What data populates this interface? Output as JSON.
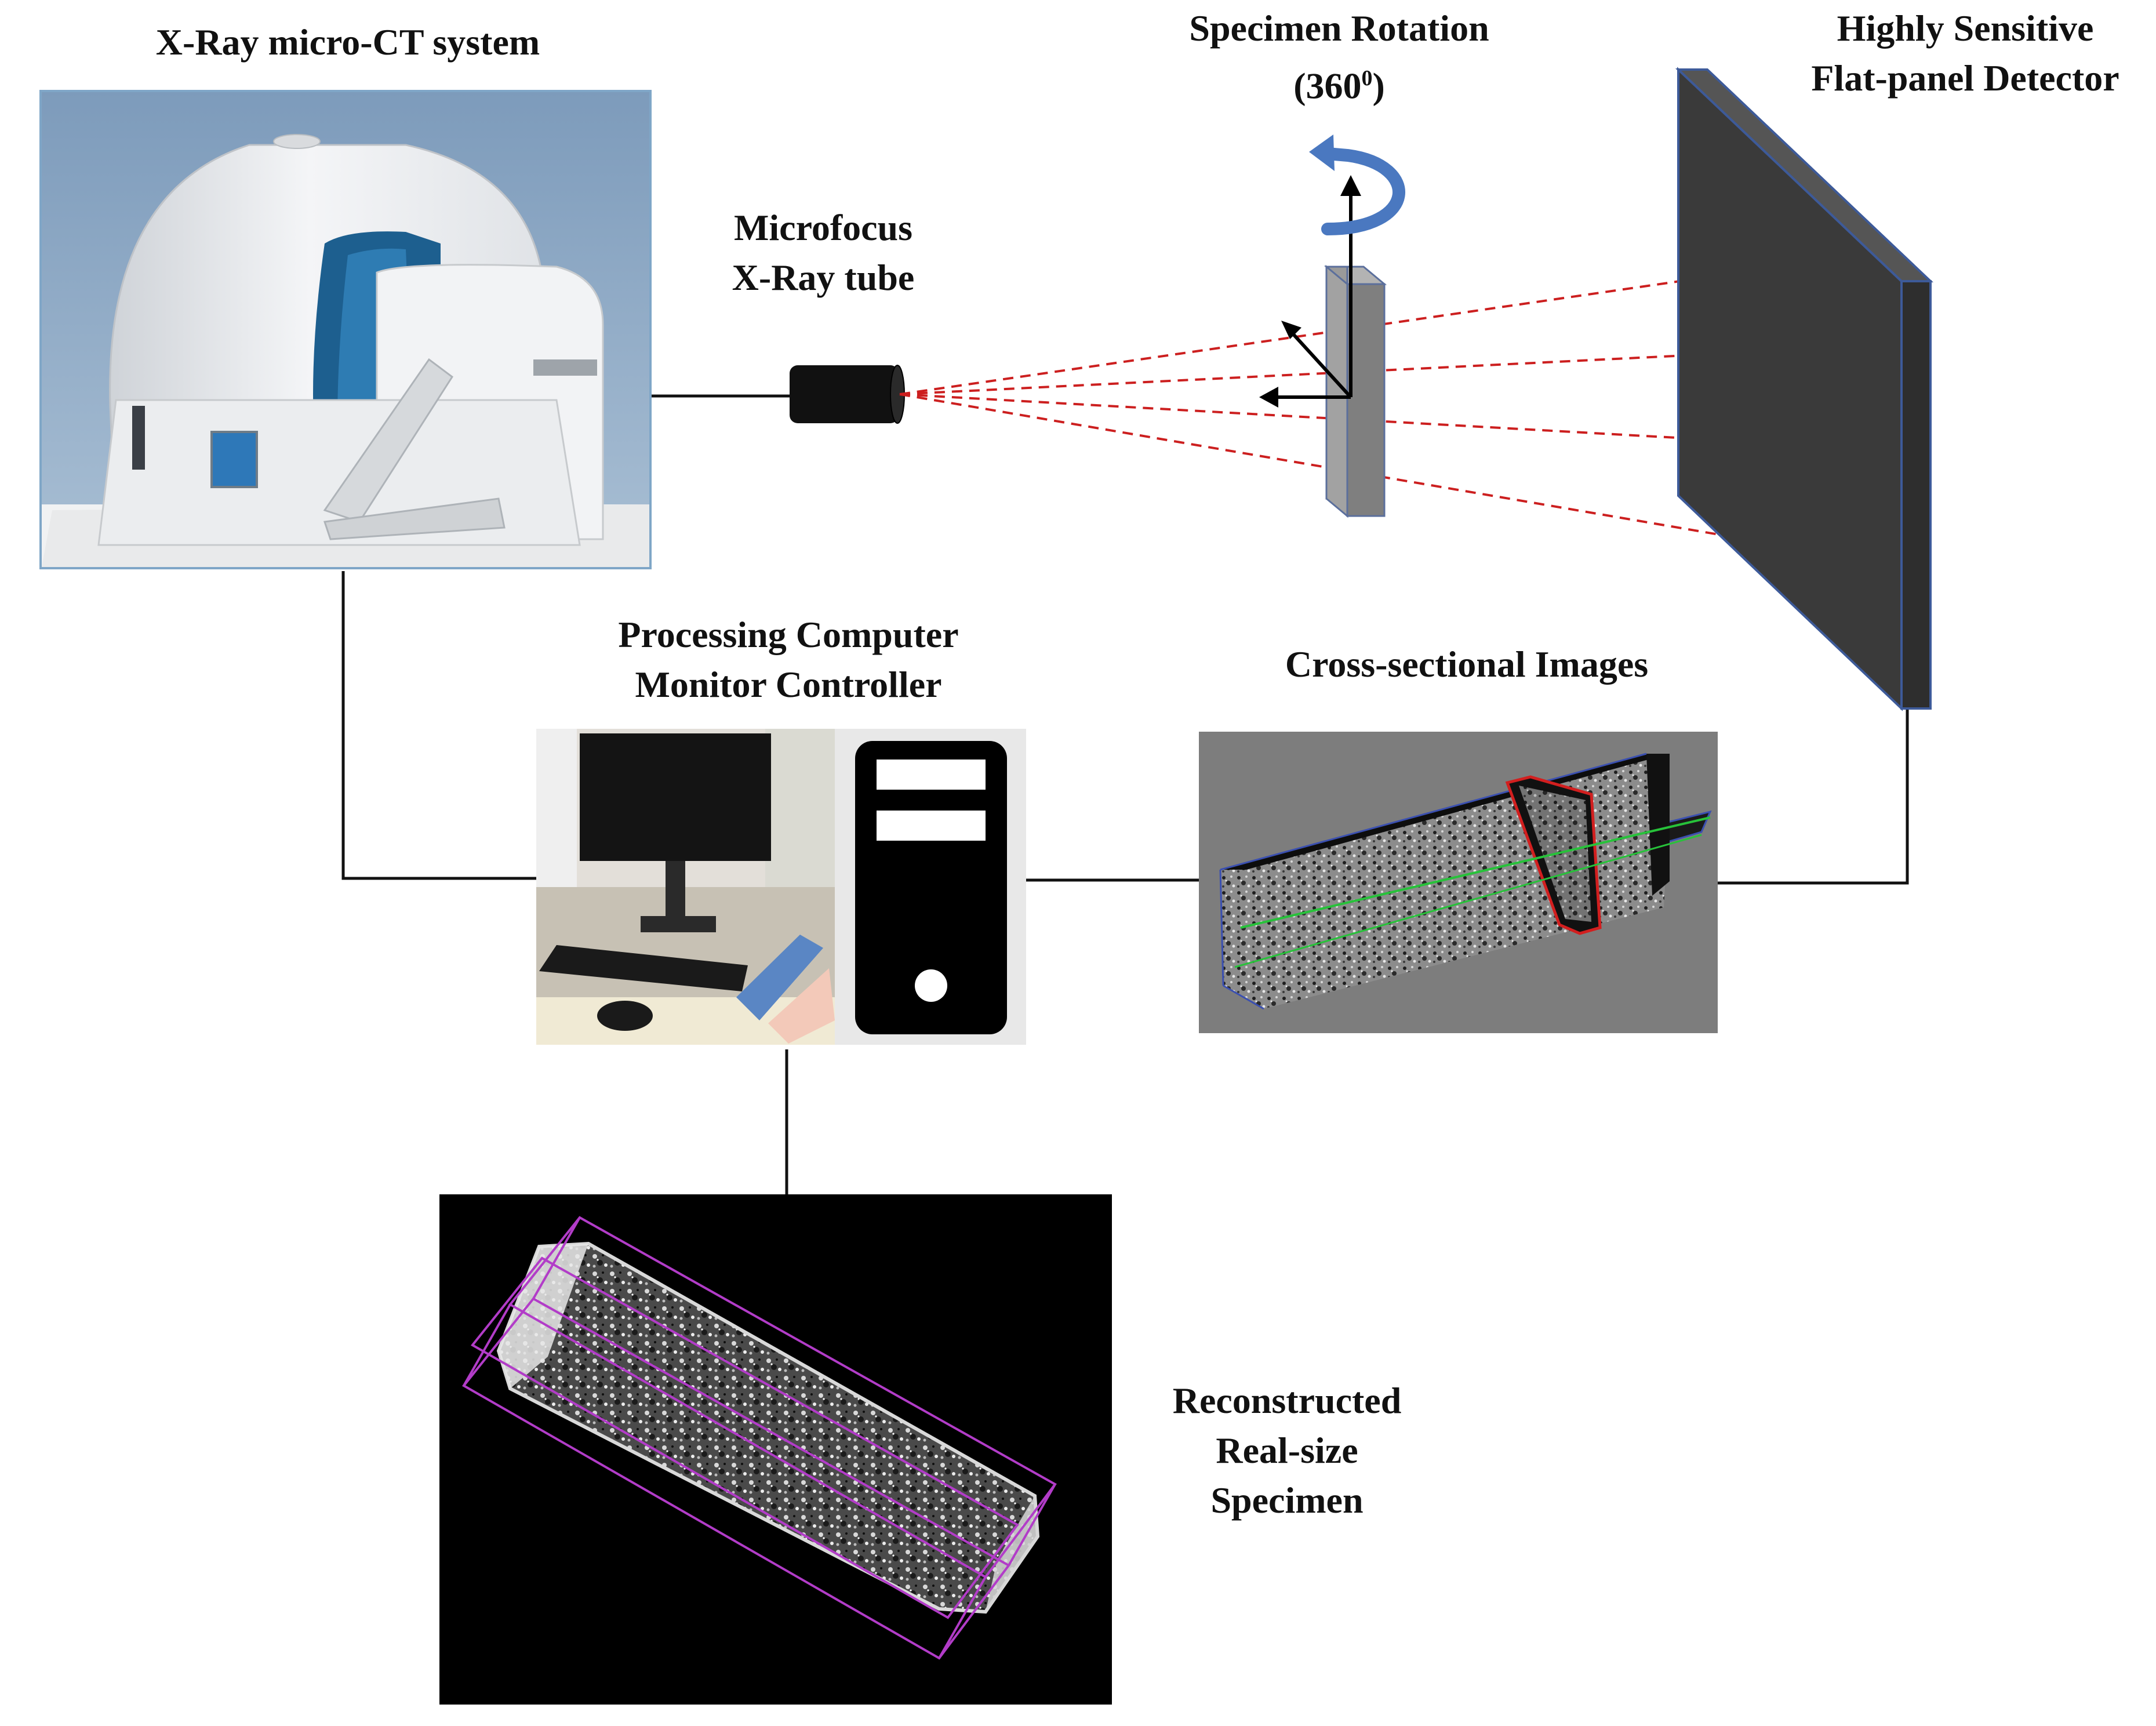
{
  "labels": {
    "xray_system": "X-Ray micro-CT system",
    "tube_line1": "Microfocus",
    "tube_line2": "X-Ray tube",
    "rotation_line1": "Specimen Rotation",
    "rotation_value": "(360",
    "rotation_sup": "0",
    "rotation_close": ")",
    "detector_line1": "Highly Sensitive",
    "detector_line2": "Flat-panel Detector",
    "computer_line1": "Processing Computer",
    "computer_line2": "Monitor Controller",
    "cross_sectional": "Cross-sectional Images",
    "reconstructed_line1": "Reconstructed",
    "reconstructed_line2": "Real-size",
    "reconstructed_line3": "Specimen"
  },
  "colors": {
    "beam": "#cc1f1f",
    "connector": "#111111",
    "detector_face": "#3a3a3a",
    "detector_edge": "#3d5a99",
    "rotation_arrow": "#4a78c0",
    "scan_background": "#7d7d7d",
    "recon_box": "#b23cc8",
    "plane_green": "#27c23a",
    "plane_red": "#d21f1f"
  }
}
